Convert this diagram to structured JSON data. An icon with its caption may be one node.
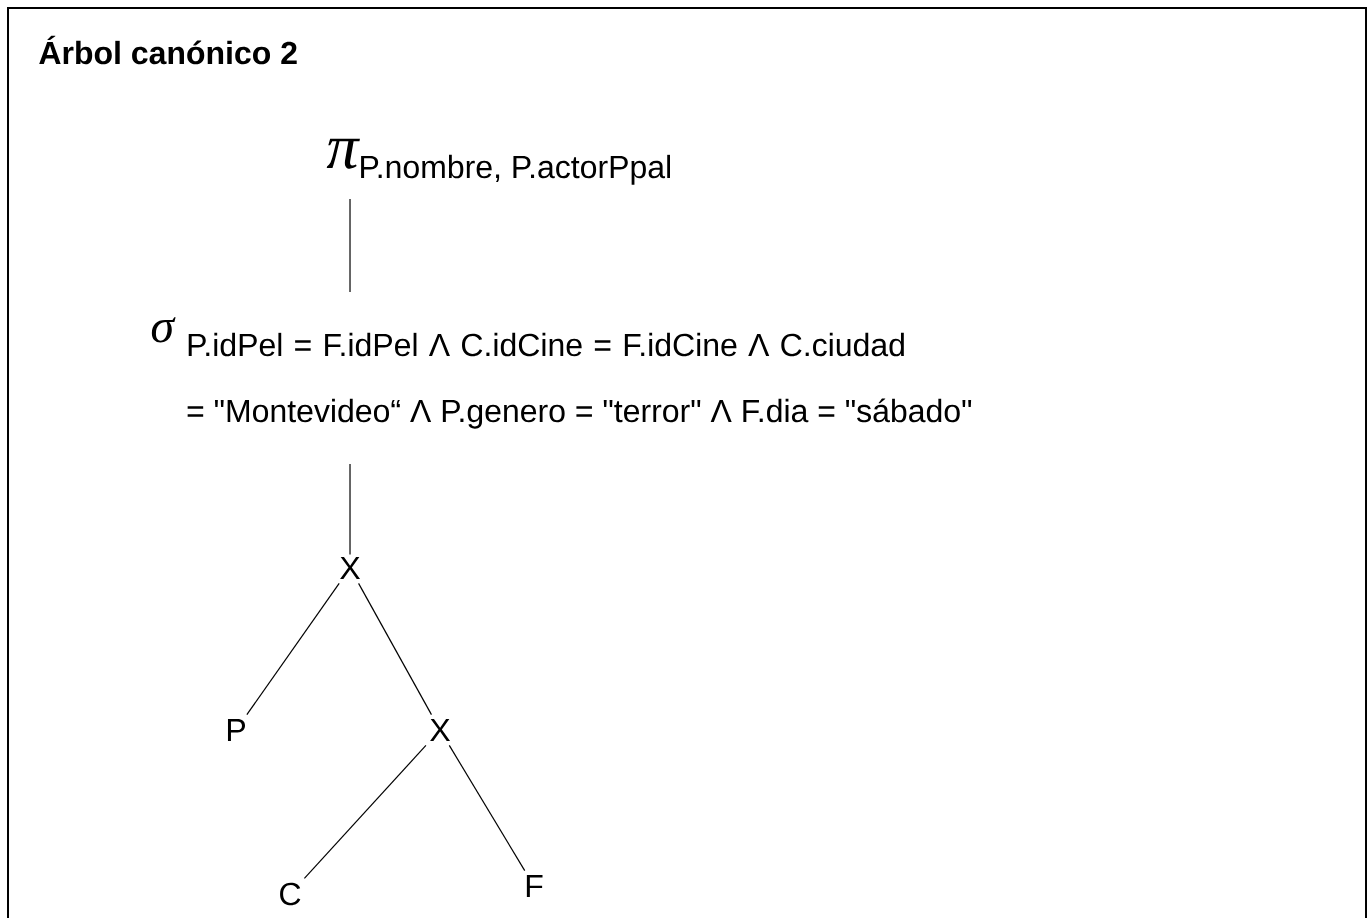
{
  "diagram": {
    "title": "Árbol canónico 2",
    "nodes": [
      {
        "text": [
          "π",
          "P.nombre, P.actorPpal"
        ]
      },
      {
        "text": [
          "σ",
          "P.idPel = F.idPel Λ C.idCine = F.idCine Λ C.ciudad = \"Montevideo“ Λ P.genero = \"terror\" Λ F.dia = \"sábado\""
        ]
      },
      {
        "text": [
          "X"
        ]
      },
      {
        "text": [
          "P"
        ]
      },
      {
        "text": [
          "X"
        ]
      },
      {
        "text": [
          "C"
        ]
      },
      {
        "text": [
          "F"
        ]
      }
    ],
    "edges": [
      {
        "from": 0,
        "to": 1,
        "arrow": "none"
      },
      {
        "from": 1,
        "to": 2,
        "arrow": "none"
      },
      {
        "from": 2,
        "to": 3,
        "arrow": "none"
      },
      {
        "from": 2,
        "to": 4,
        "arrow": "none"
      },
      {
        "from": 4,
        "to": 5,
        "arrow": "none"
      },
      {
        "from": 4,
        "to": 6,
        "arrow": "none"
      }
    ]
  }
}
